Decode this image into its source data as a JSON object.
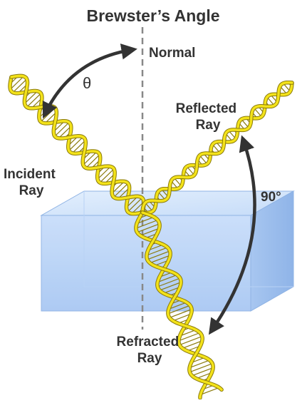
{
  "title": "Brewster’s Angle",
  "labels": {
    "normal": "Normal",
    "theta": "θ",
    "incident": [
      "Incident",
      "Ray"
    ],
    "reflected": [
      "Reflected",
      "Ray"
    ],
    "refracted": [
      "Refracted",
      "Ray"
    ],
    "angle": "90°"
  },
  "colors": {
    "ray_yellow": "#f3e21a",
    "ray_dark": "#8a7a0a",
    "block_light": "#cfe3fb",
    "block_mid": "#9cc3f2",
    "block_edge": "#7fa8dc",
    "arrow": "#333333",
    "normal_line": "#888888"
  }
}
